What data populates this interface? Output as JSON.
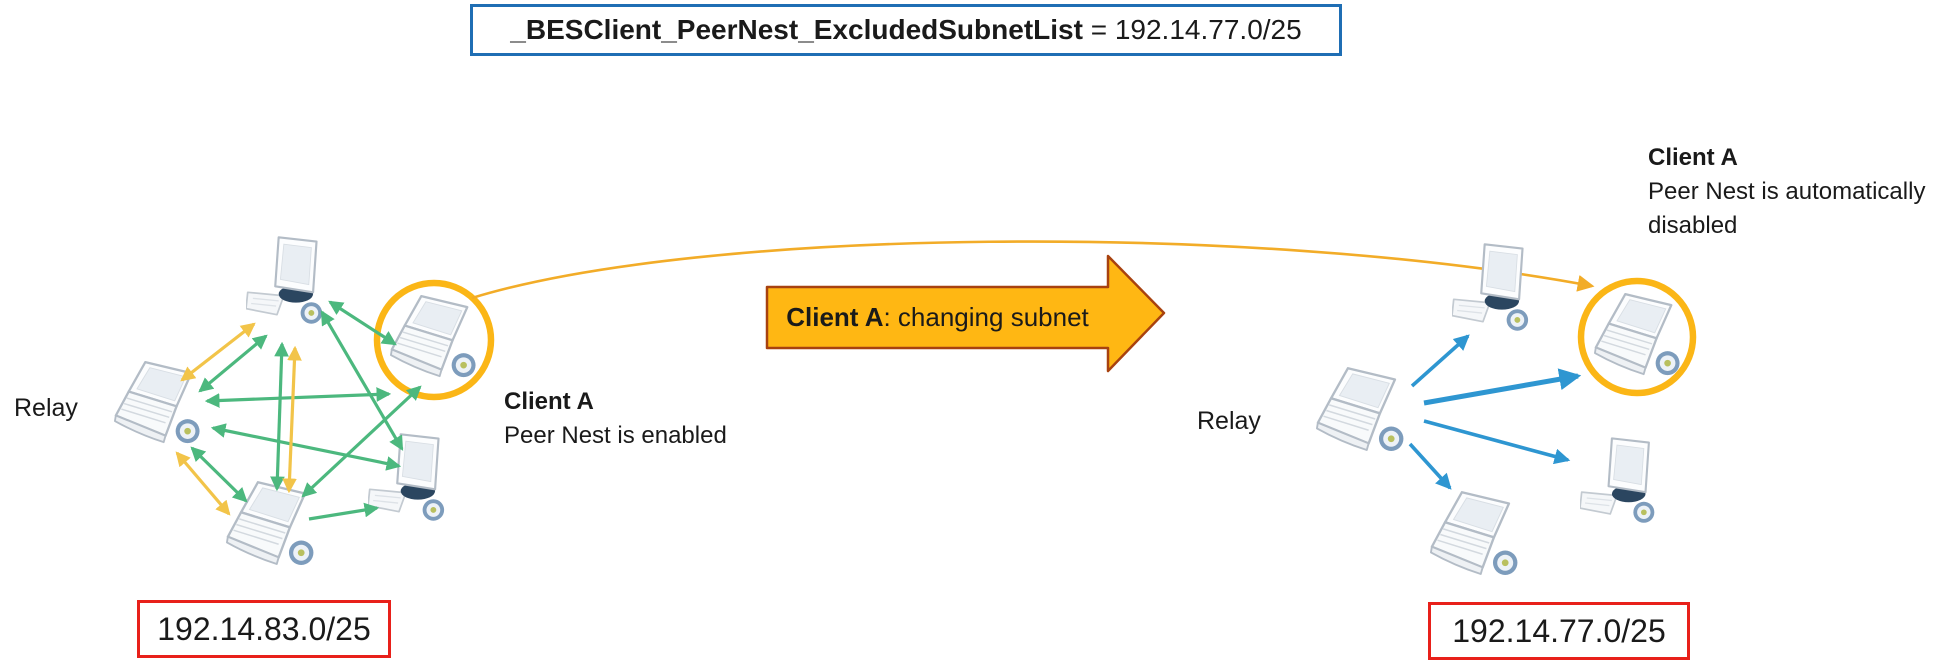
{
  "title_box": {
    "setting_name": "_BESClient_PeerNest_ExcludedSubnetList",
    "separator": " = ",
    "value": "192.14.77.0/25"
  },
  "transition_arrow": {
    "client": "Client A",
    "action": ": changing subnet"
  },
  "left_diagram": {
    "relay_label": "Relay",
    "subnet_label": "192.14.83.0/25",
    "client_a_title": "Client A",
    "client_a_status": "Peer Nest is enabled",
    "nodes": [
      {
        "id": "relay",
        "icon": "laptop-icon"
      },
      {
        "id": "client-desktop-top",
        "icon": "desktop-icon"
      },
      {
        "id": "client-a",
        "icon": "laptop-icon",
        "highlighted": true
      },
      {
        "id": "client-laptop-bottom",
        "icon": "laptop-icon"
      },
      {
        "id": "client-desktop-right",
        "icon": "desktop-icon"
      }
    ],
    "link_colors": {
      "peer_mesh_green": "#4CB87E",
      "relay_links_yellow": "#F2C449"
    }
  },
  "right_diagram": {
    "relay_label": "Relay",
    "subnet_label": "192.14.77.0/25",
    "client_a_title": "Client A",
    "client_a_status": "Peer Nest is automatically disabled",
    "nodes": [
      {
        "id": "relay",
        "icon": "laptop-icon"
      },
      {
        "id": "client-desktop-top",
        "icon": "desktop-icon"
      },
      {
        "id": "client-a",
        "icon": "laptop-icon",
        "highlighted": true
      },
      {
        "id": "client-desktop-bottom",
        "icon": "desktop-icon"
      },
      {
        "id": "client-laptop-bottom",
        "icon": "laptop-icon"
      }
    ],
    "link_colors": {
      "relay_to_client_blue": "#2E96D1"
    }
  },
  "colors": {
    "highlight_circle_gold": "#FBB616",
    "subnet_change_path_gold": "#F2AC28",
    "transition_arrow_fill": "#FFB713",
    "transition_arrow_border": "#A8420F",
    "title_border_blue": "#1F6EB4",
    "subnet_box_border_red": "#E8201A"
  }
}
